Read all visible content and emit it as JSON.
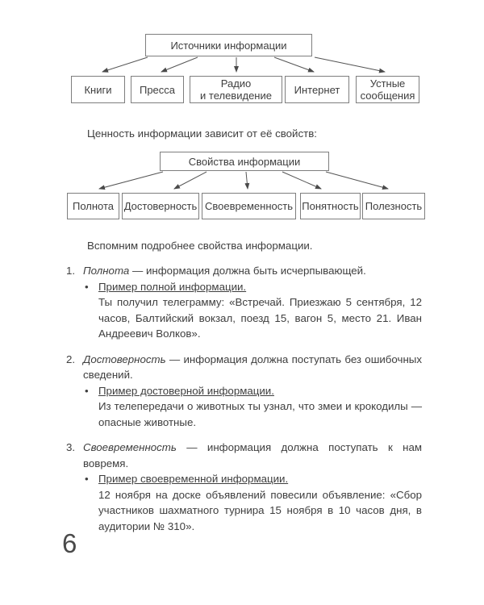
{
  "sources_diagram": {
    "root": "Источники информации",
    "children": [
      "Книги",
      "Пресса",
      "Радио\nи телевидение",
      "Интернет",
      "Устные\nсообщения"
    ]
  },
  "value_statement": "Ценность информации зависит от её свойств:",
  "properties_diagram": {
    "root": "Свойства информации",
    "children": [
      "Полнота",
      "Достоверность",
      "Своевременность",
      "Понятность",
      "Полезность"
    ]
  },
  "intro_line": "Вспомним подробнее свойства информации.",
  "bullet": "•",
  "list_items": [
    {
      "number": "1.",
      "term": "Полнота",
      "definition": "— информация должна быть исчерпывающей.",
      "example_title": "Пример полной информации.",
      "example_text": "Ты получил телеграмму: «Встречай. Приезжаю 5 сентября, 12 часов, Балтийский вокзал, поезд 15, вагон 5, место 21. Иван Андреевич Волков»."
    },
    {
      "number": "2.",
      "term": "Достоверность",
      "definition": "— информация должна поступать без ошибочных сведений.",
      "example_title": "Пример достоверной информации.",
      "example_text": "Из телепередачи о животных ты узнал, что змеи и крокодилы — опасные животные."
    },
    {
      "number": "3.",
      "term": "Своевременность",
      "definition": "— информация должна поступать к нам вовремя.",
      "example_title": "Пример своевременной информации.",
      "example_text": "12 ноября на доске объявлений повесили объявление: «Сбор участников шахматного турнира 15 ноября в 10 часов дня, в аудитории № 310»."
    }
  ],
  "page_number": "6",
  "colors": {
    "text": "#3e3e3e",
    "border": "#7e7e7e",
    "background": "#ffffff"
  }
}
